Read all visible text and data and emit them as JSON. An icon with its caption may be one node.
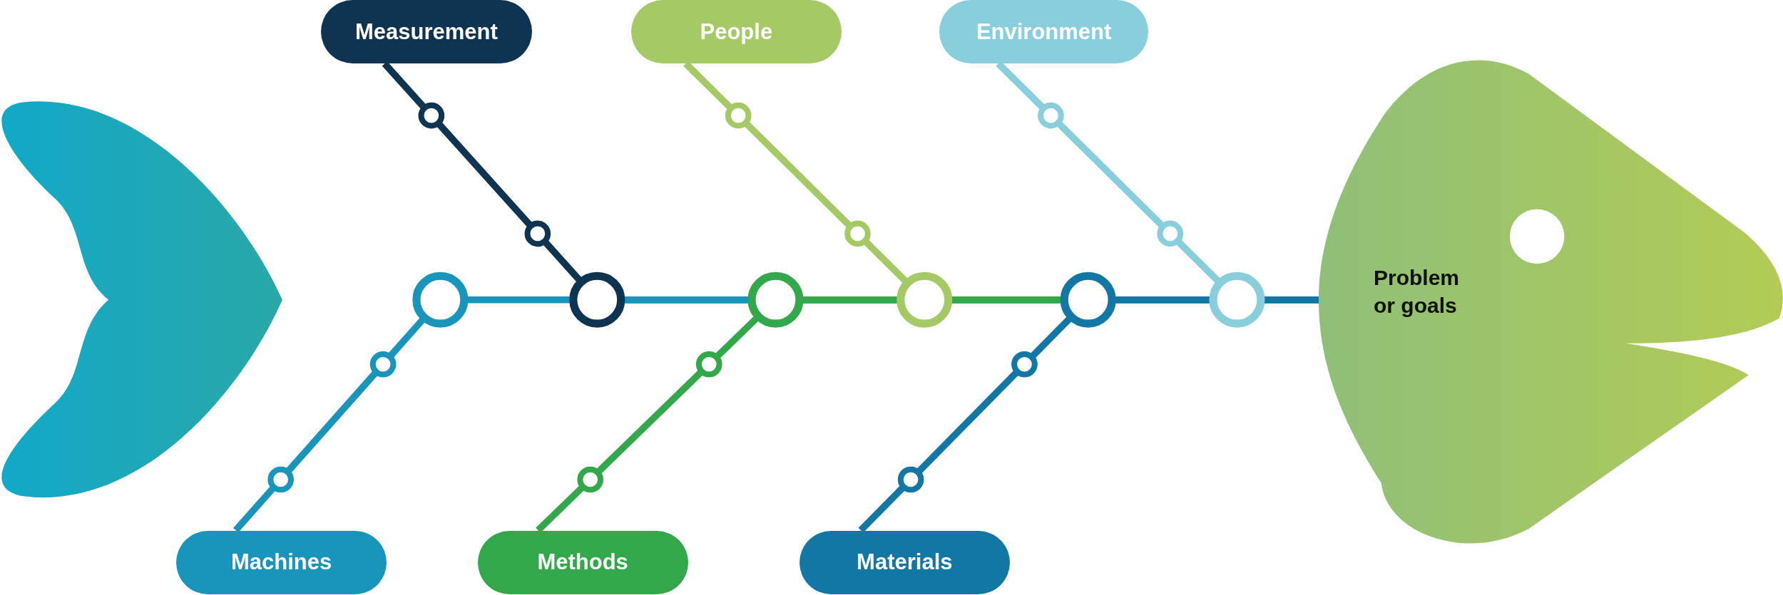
{
  "diagram": {
    "nodes": [
      {
        "text": [
          "Measurement"
        ]
      },
      {
        "text": [
          "People"
        ]
      },
      {
        "text": [
          "Environment"
        ]
      },
      {
        "text": [
          "Machines"
        ]
      },
      {
        "text": [
          "Methods"
        ]
      },
      {
        "text": [
          "Materials"
        ]
      },
      {
        "text": [
          "Problem or goals"
        ]
      }
    ],
    "edges": [
      {
        "from": 0,
        "to": 6,
        "arrow": "none",
        "color": "#0f3452"
      },
      {
        "from": 1,
        "to": 6,
        "arrow": "none",
        "color": "#a5c965"
      },
      {
        "from": 2,
        "to": 6,
        "arrow": "none",
        "color": "#88cedc"
      },
      {
        "from": 3,
        "to": 6,
        "arrow": "none",
        "color": "#1995bc"
      },
      {
        "from": 4,
        "to": 6,
        "arrow": "none",
        "color": "#33a84a"
      },
      {
        "from": 5,
        "to": 6,
        "arrow": "none",
        "color": "#1377a5"
      }
    ]
  }
}
